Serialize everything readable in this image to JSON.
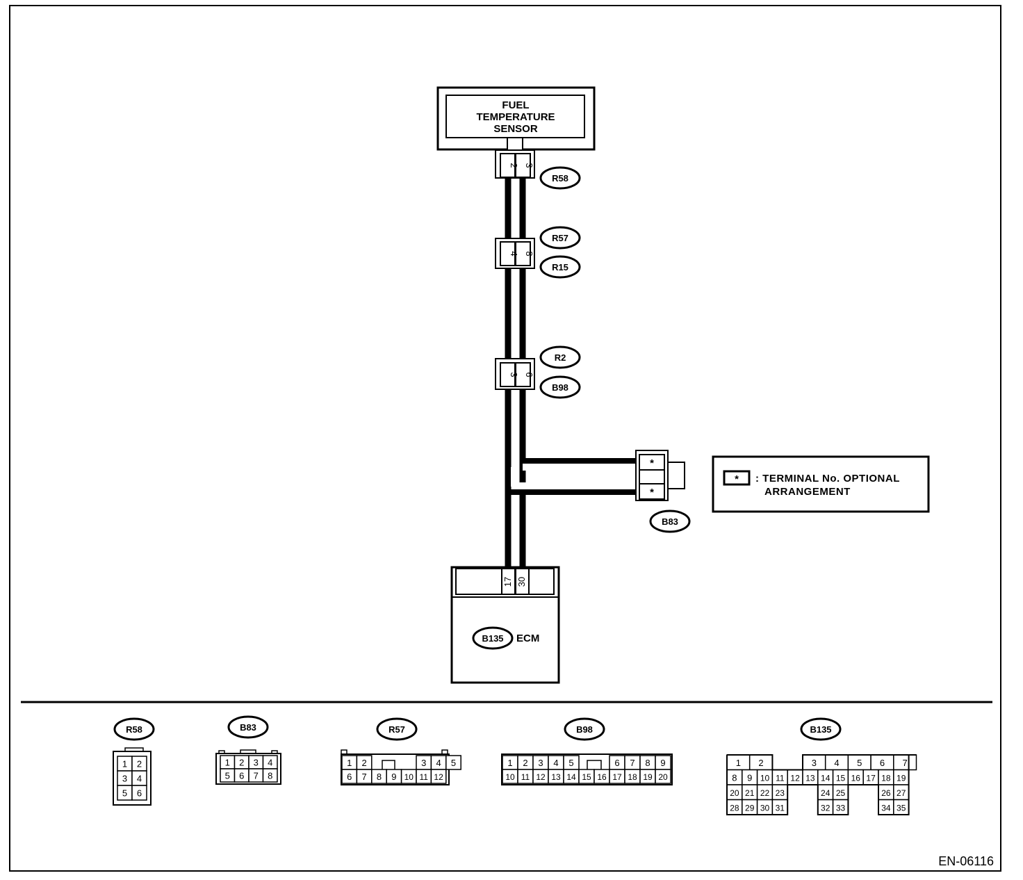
{
  "sensor": {
    "lines": [
      "FUEL",
      "TEMPERATURE",
      "SENSOR"
    ]
  },
  "wires": {
    "r58": {
      "pins": [
        "2",
        "3"
      ],
      "tag": "R58"
    },
    "r57_r15": {
      "pins": [
        "4",
        "8"
      ],
      "tags": [
        "R57",
        "R15"
      ]
    },
    "r2_b98": {
      "pins": [
        "3",
        "6"
      ],
      "tags": [
        "R2",
        "B98"
      ]
    },
    "b83": {
      "pins": [
        "*",
        "*"
      ],
      "tag": "B83"
    },
    "ecm_pins": [
      "17",
      "30"
    ]
  },
  "ecm": {
    "tag": "B135",
    "label": "ECM"
  },
  "legend": {
    "symbol": "*",
    "line1": ": TERMINAL No. OPTIONAL",
    "line2": "ARRANGEMENT"
  },
  "connector_views": {
    "R58": {
      "tag": "R58",
      "rows": [
        [
          "1",
          "2"
        ],
        [
          "3",
          "4"
        ],
        [
          "5",
          "6"
        ]
      ]
    },
    "B83": {
      "tag": "B83",
      "rows": [
        [
          "1",
          "2",
          "3",
          "4"
        ],
        [
          "5",
          "6",
          "7",
          "8"
        ]
      ]
    },
    "R57": {
      "tag": "R57",
      "rows": [
        [
          "1",
          "2",
          "",
          "3",
          "4",
          "5"
        ],
        [
          "6",
          "7",
          "8",
          "9",
          "10",
          "11",
          "12"
        ]
      ]
    },
    "B98": {
      "tag": "B98",
      "rows": [
        [
          "1",
          "2",
          "3",
          "4",
          "5",
          "",
          "6",
          "7",
          "8",
          "9"
        ],
        [
          "10",
          "11",
          "12",
          "13",
          "14",
          "15",
          "16",
          "17",
          "18",
          "19",
          "20"
        ]
      ]
    },
    "B135": {
      "tag": "B135",
      "rows": [
        [
          "1",
          "2",
          "3",
          "4",
          "5",
          "6",
          "7"
        ],
        [
          "8",
          "9",
          "10",
          "11",
          "12",
          "13",
          "14",
          "15",
          "16",
          "17",
          "18",
          "19"
        ],
        [
          "20",
          "21",
          "22",
          "23",
          "24",
          "25",
          "26",
          "27"
        ],
        [
          "28",
          "29",
          "30",
          "31",
          "32",
          "33",
          "34",
          "35"
        ]
      ]
    }
  },
  "figure_code": "EN-06116"
}
